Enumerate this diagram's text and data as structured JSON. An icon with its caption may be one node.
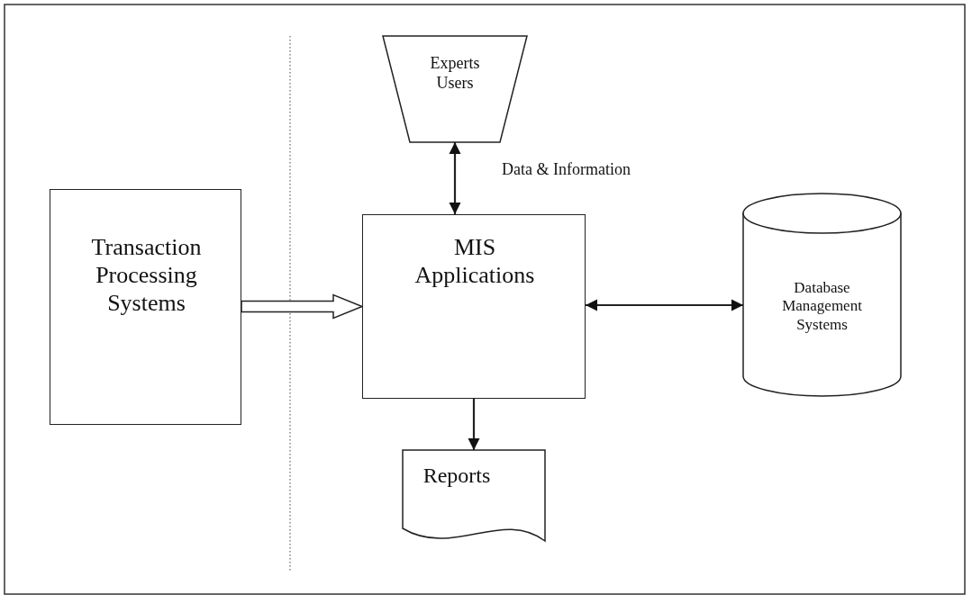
{
  "diagram": {
    "nodes": [
      {
        "text": [
          "Experts Users"
        ]
      },
      {
        "text": [
          "Transaction Processing Systems"
        ]
      },
      {
        "text": [
          "MIS Applications"
        ]
      },
      {
        "text": [
          "Database Management Systems"
        ]
      },
      {
        "text": [
          "Reports"
        ]
      }
    ],
    "edges": [
      {
        "from": 0,
        "to": 2,
        "arrow": "both",
        "label": "Data & Information"
      },
      {
        "from": 1,
        "to": 2,
        "arrow": "to",
        "style": "thick"
      },
      {
        "from": 2,
        "to": 3,
        "arrow": "both"
      },
      {
        "from": 2,
        "to": 4,
        "arrow": "to"
      }
    ]
  }
}
